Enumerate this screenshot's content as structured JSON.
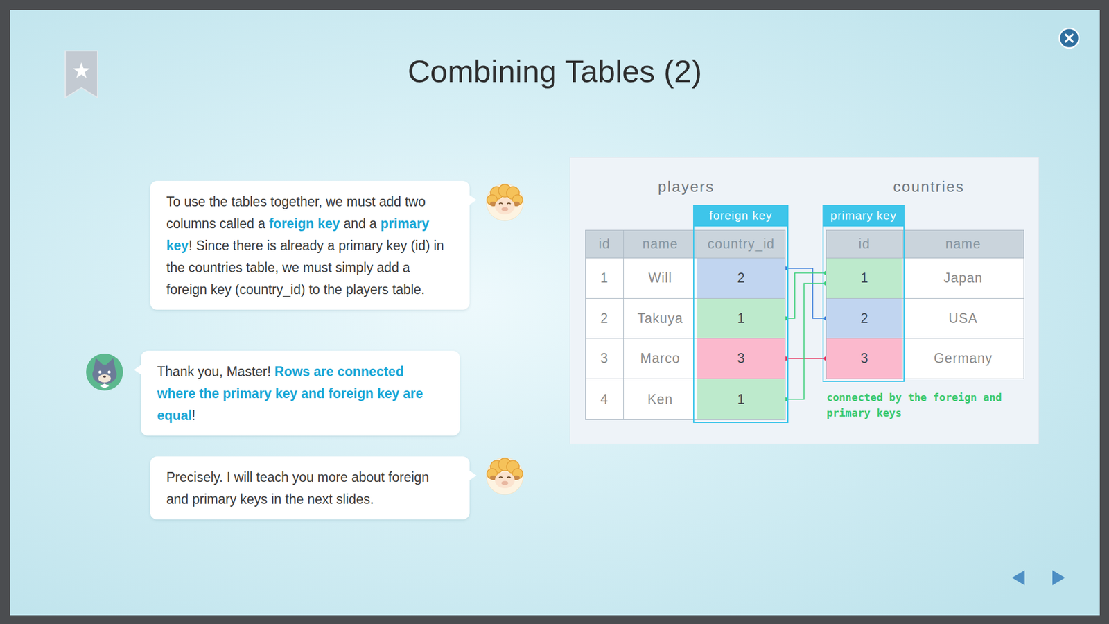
{
  "diagram": {
    "title": "Combining Tables (2)",
    "nodes": [
      {
        "text": [
          "To use the tables together, we must add two columns called a",
          "foreign key",
          "and a",
          "primary key",
          "! Since there is already a primary key (id) in the countries table, we must simply add a foreign key (country_id) to the players table."
        ]
      },
      {
        "text": [
          "Thank you, Master!",
          "Rows are connected where the primary key and foreign key are equal",
          "!"
        ]
      },
      {
        "text": [
          "Precisely. I will teach you more about foreign and primary keys in the next slides."
        ]
      },
      {
        "text": [
          "foreign key",
          "country_id"
        ]
      },
      {
        "text": [
          "2"
        ],
        "in": 3
      },
      {
        "text": [
          "1"
        ],
        "in": 3
      },
      {
        "text": [
          "3"
        ],
        "in": 3
      },
      {
        "text": [
          "1"
        ],
        "in": 3
      },
      {
        "text": [
          "primary key",
          "id"
        ]
      },
      {
        "text": [
          "1"
        ],
        "in": 8
      },
      {
        "text": [
          "2"
        ],
        "in": 8
      },
      {
        "text": [
          "3"
        ],
        "in": 8
      }
    ],
    "edges": [
      {
        "from": 4,
        "to": 10,
        "arrow": "none"
      },
      {
        "from": 5,
        "to": 9,
        "arrow": "none"
      },
      {
        "from": 6,
        "to": 11,
        "arrow": "none"
      },
      {
        "from": 7,
        "to": 9,
        "arrow": "none"
      }
    ],
    "labels": [
      "players",
      "countries",
      "id",
      "name",
      "1",
      "Will",
      "2",
      "Takuya",
      "3",
      "Marco",
      "4",
      "Ken",
      "name",
      "Japan",
      "USA",
      "Germany",
      "connected by the foreign and primary keys"
    ]
  }
}
